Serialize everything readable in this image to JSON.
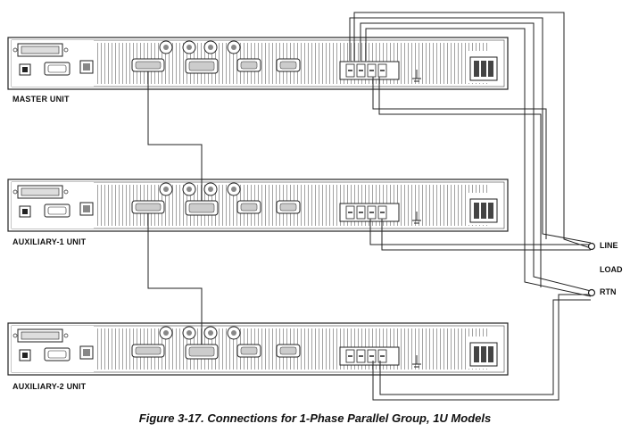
{
  "units": [
    {
      "label": "MASTER UNIT"
    },
    {
      "label": "AUXILIARY-1 UNIT"
    },
    {
      "label": "AUXILIARY-2 UNIT"
    }
  ],
  "load": {
    "line_label": "LINE",
    "load_label": "LOAD",
    "rtn_label": "RTN"
  },
  "caption": "Figure 3-17. Connections for 1-Phase Parallel Group, 1U Models"
}
